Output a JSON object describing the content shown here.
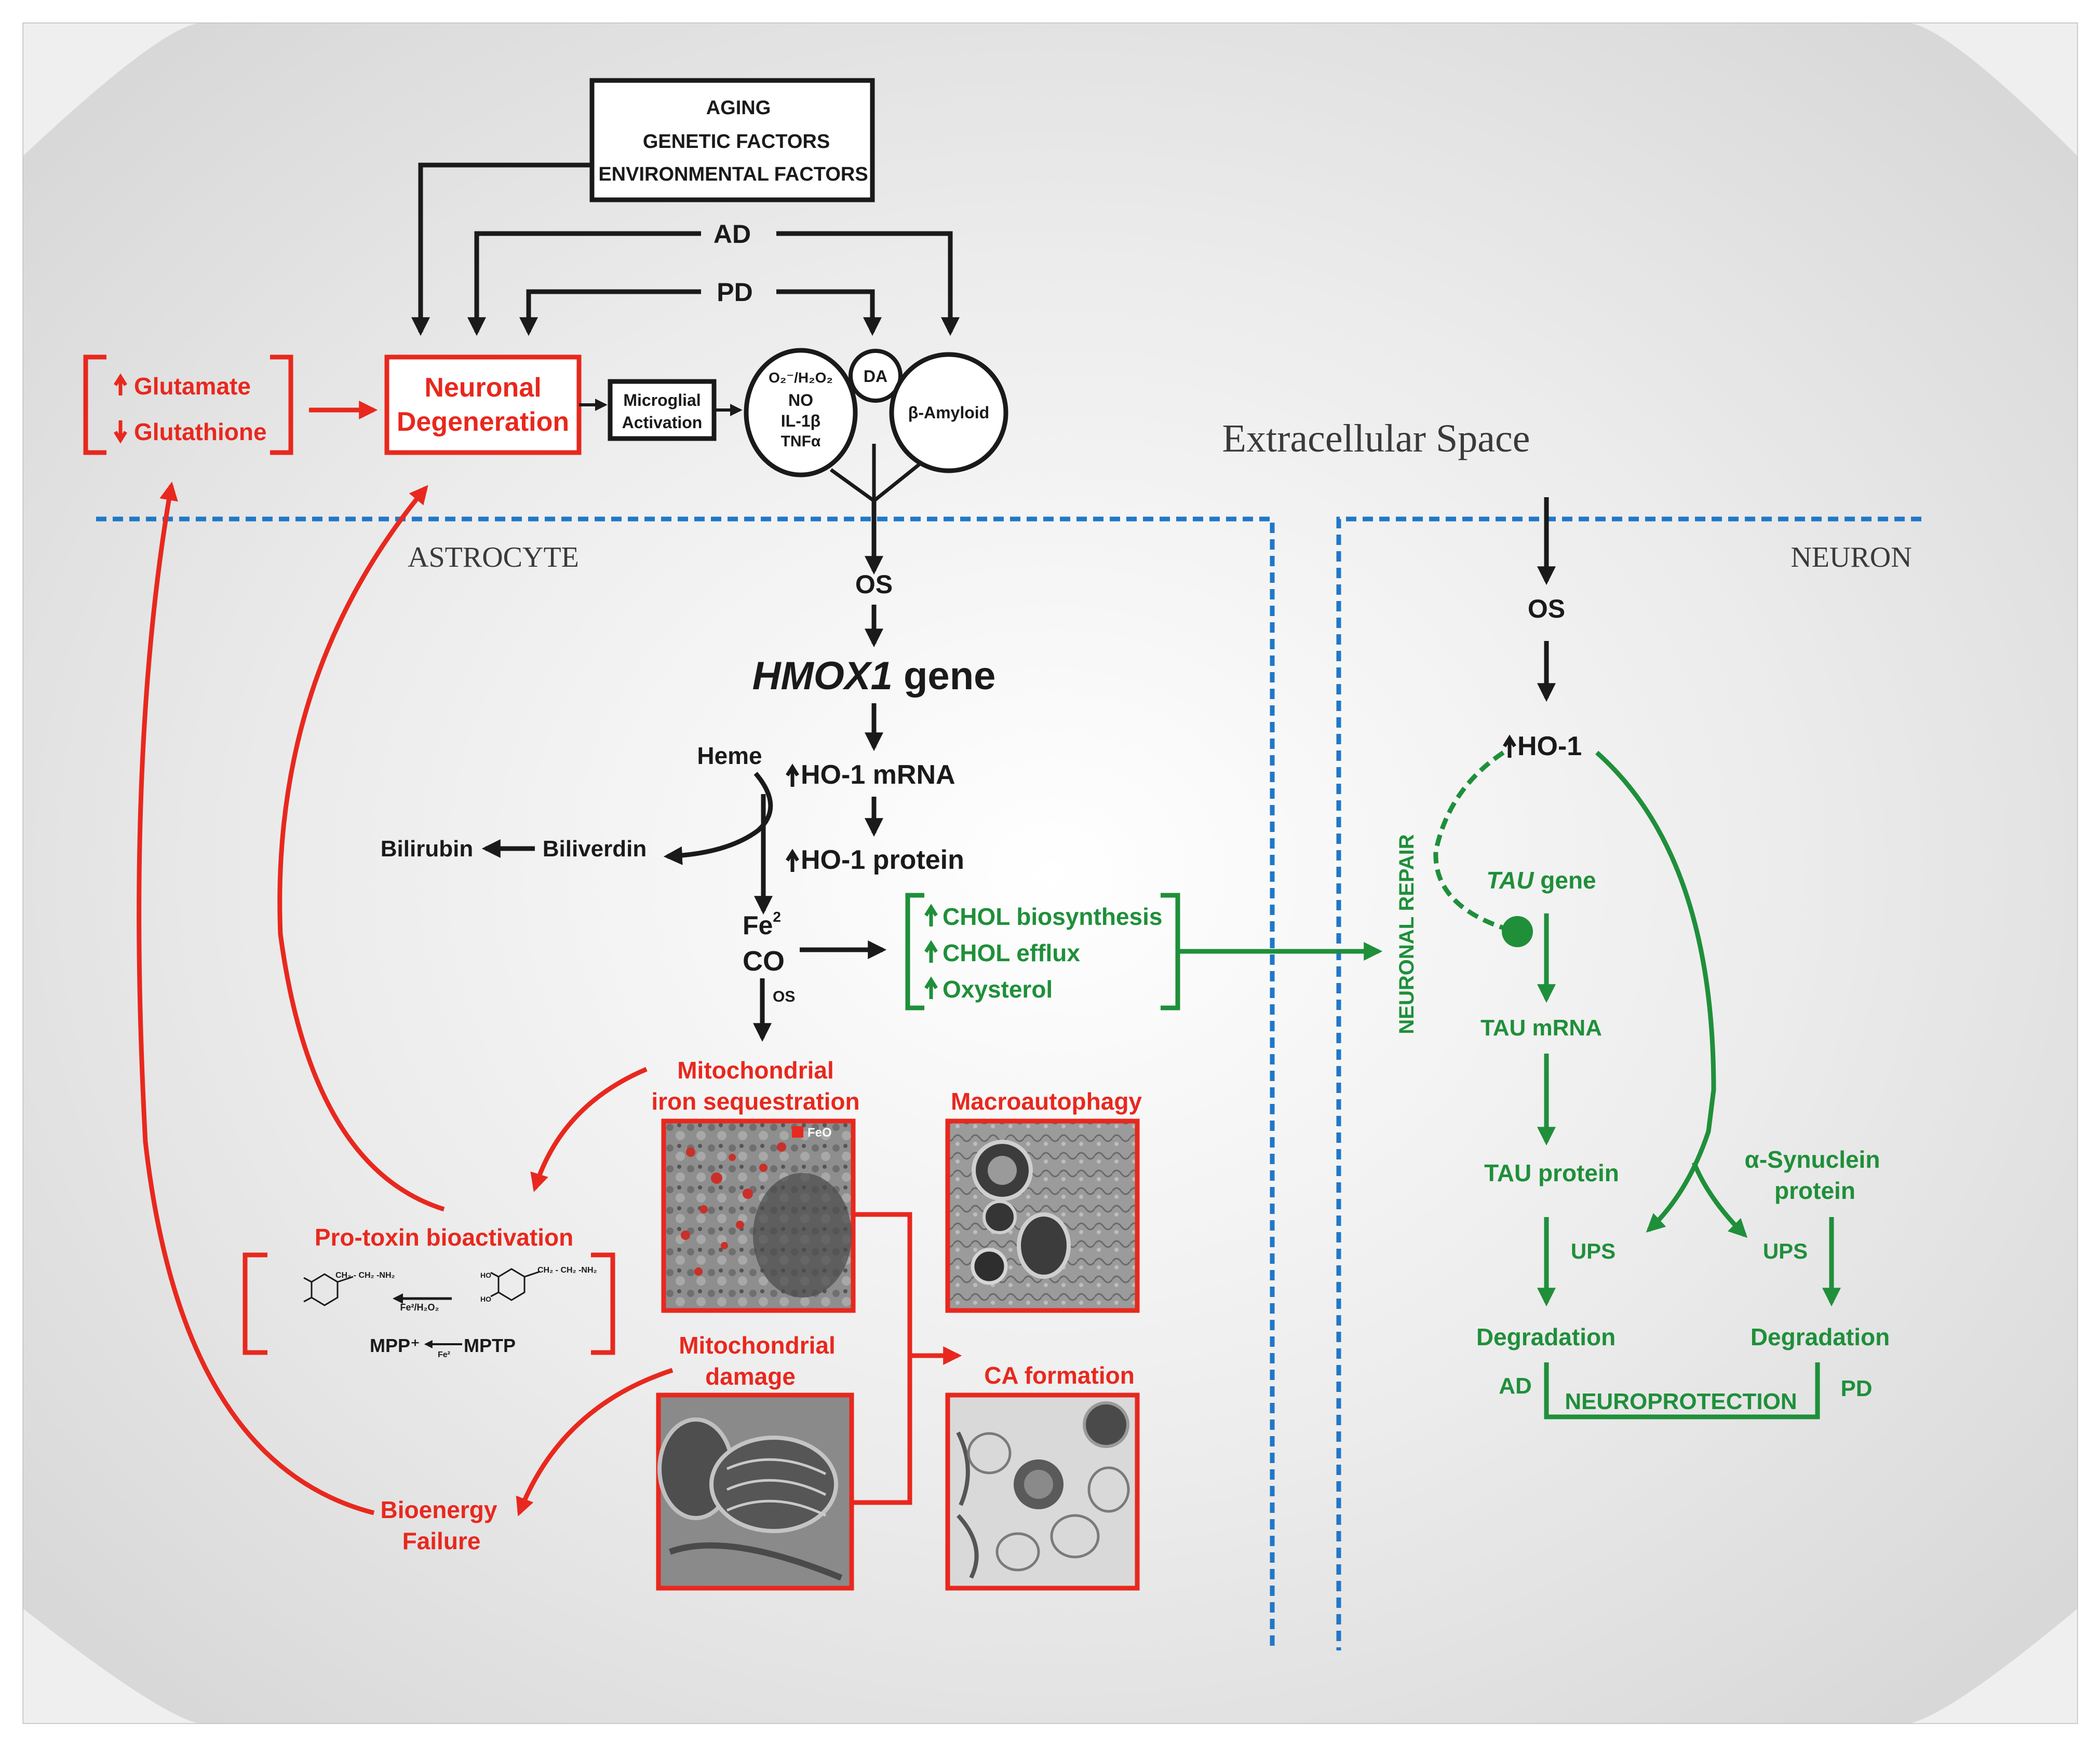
{
  "colors": {
    "black": "#1a1a1a",
    "red": "#e8281e",
    "green": "#1f8f3a",
    "membrane_blue": "#1f78c8",
    "background": "#e9e9e9"
  },
  "causes": {
    "aging": "AGING",
    "genetic": "GENETIC  FACTORS",
    "environmental": "ENVIRONMENTAL FACTORS"
  },
  "disease": {
    "ad": "AD",
    "pd": "PD"
  },
  "glutamate": "Glutamate",
  "glutathione": "Glutathione",
  "neuronal_degeneration": [
    "Neuronal",
    "Degeneration"
  ],
  "microglial_activation": [
    "Microglial",
    "Activation"
  ],
  "mediators": {
    "ros_label": "O₂⁻/H₂O₂",
    "no": "NO",
    "il1b": "IL-1β",
    "tnfa": "TNFα",
    "da": "DA",
    "amyloid": "β-Amyloid"
  },
  "extracellular_space": "Extracellular Space",
  "astrocyte": "ASTROCYTE",
  "neuron": "NEURON",
  "astro": {
    "os": "OS",
    "gene_name": "HMOX1",
    "gene_suffix": " gene",
    "heme": "Heme",
    "ho1_mrna": "HO-1 mRNA",
    "ho1_protein": "HO-1 protein",
    "bilirubin": "Bilirubin",
    "biliverdin": "Biliverdin",
    "fe": "Fe",
    "fe_sup": "2",
    "co": "CO",
    "os_small": "OS"
  },
  "chol": {
    "biosynthesis": "CHOL biosynthesis",
    "efflux": "CHOL efflux",
    "oxysterol": "Oxysterol"
  },
  "neuronal_repair": "NEURONAL REPAIR",
  "mito_iron": [
    "Mitochondrial",
    "iron sequestration"
  ],
  "feo": "FeO",
  "macroautophagy": "Macroautophagy",
  "mito_damage": [
    "Mitochondrial",
    "damage"
  ],
  "ca_formation": "CA formation",
  "protoxin": {
    "title": "Pro-toxin bioactivation",
    "reagent1": "Fe²/H₂O₂",
    "mpp": "MPP⁺",
    "mptp": "MPTP",
    "reagent2": "Fe²",
    "chain": "CH₂ - CH₂ -NH₂",
    "ho": "HO"
  },
  "bioenergy": [
    "Bioenergy",
    "Failure"
  ],
  "neuron_path": {
    "os": "OS",
    "ho1": "HO-1",
    "tau_gene_italic": "TAU",
    "tau_gene_suffix": " gene",
    "tau_mrna": "TAU mRNA",
    "tau_protein": "TAU protein",
    "synuclein": [
      "α-Synuclein",
      "protein"
    ],
    "ups_left": "UPS",
    "ups_right": "UPS",
    "degradation_left": "Degradation",
    "degradation_right": "Degradation",
    "ad": "AD",
    "pd": "PD",
    "neuroprotection": "NEUROPROTECTION"
  }
}
